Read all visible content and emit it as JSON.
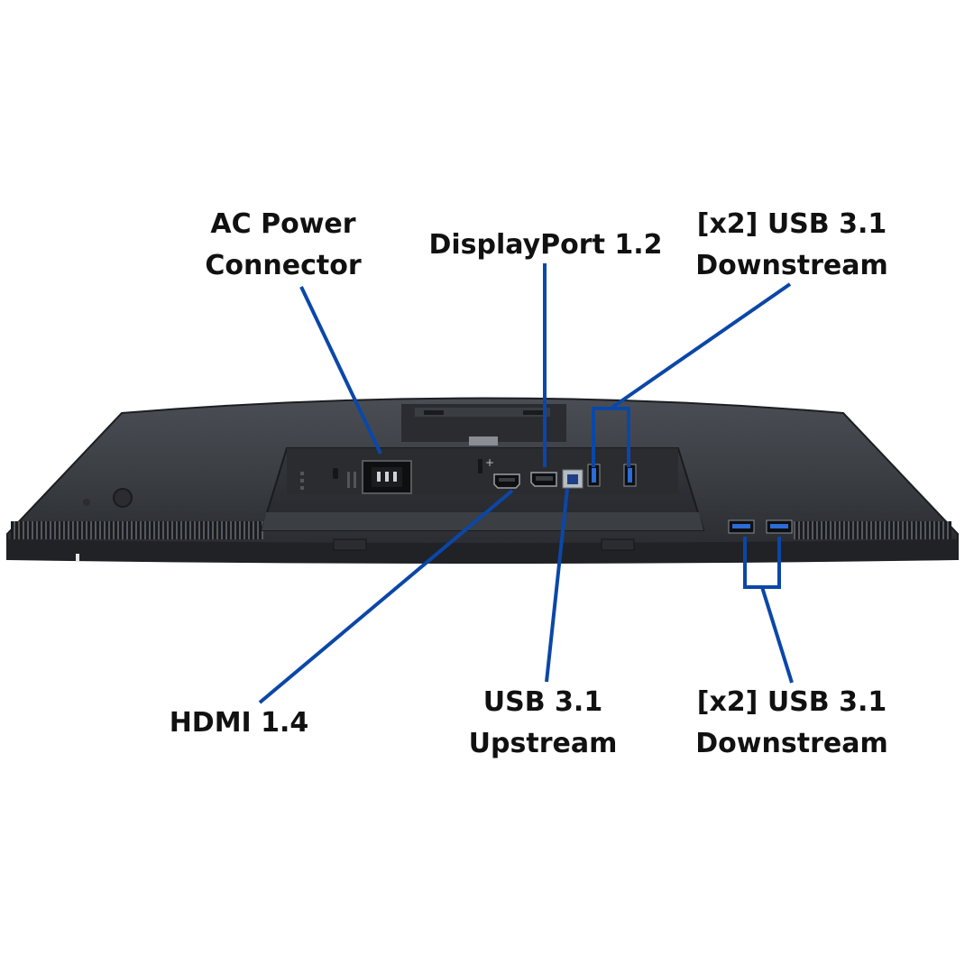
{
  "colors": {
    "callout_line": "#0b47a8",
    "label_text": "#111111",
    "monitor_body": "#3a3d42",
    "monitor_edge": "#1c1e21",
    "port_panel": "#2d3034",
    "usb_blue": "#1f5fc9"
  },
  "callouts": {
    "ac_power": {
      "line1": "AC Power",
      "line2": "Connector"
    },
    "displayport": {
      "line1": "DisplayPort 1.2"
    },
    "usb_down_top": {
      "line1": "[x2] USB 3.1",
      "line2": "Downstream"
    },
    "hdmi": {
      "line1": "HDMI 1.4"
    },
    "usb_up": {
      "line1": "USB 3.1",
      "line2": "Upstream"
    },
    "usb_down_bottom": {
      "line1": "[x2] USB 3.1",
      "line2": "Downstream"
    }
  },
  "icons": {
    "ac": "ac-power-connector-icon",
    "dp": "displayport-port-icon",
    "hdmi": "hdmi-port-icon",
    "usb_b": "usb-b-port-icon",
    "usb_a": "usb-a-port-icon",
    "lock": "security-lock-slot-icon",
    "stand": "stand-mount-icon"
  }
}
